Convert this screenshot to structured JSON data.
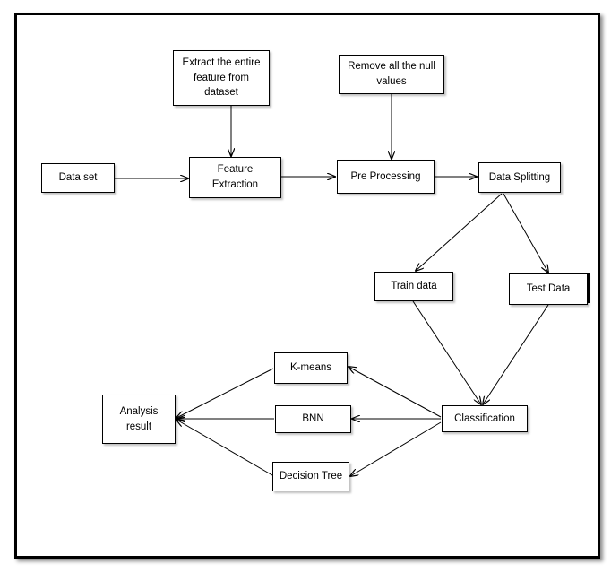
{
  "nodes": {
    "extract_note": "Extract the entire feature from dataset",
    "remove_note": "Remove all the null values",
    "dataset": "Data set",
    "feature_extraction": "Feature Extraction",
    "preprocessing": "Pre Processing",
    "data_splitting": "Data Splitting",
    "train_data": "Train data",
    "test_data": "Test Data",
    "kmeans": "K-means",
    "bnn": "BNN",
    "decision_tree": "Decision Tree",
    "classification": "Classification",
    "analysis_result": "Analysis result"
  },
  "colors": {
    "stroke": "#000000",
    "background": "#ffffff"
  }
}
